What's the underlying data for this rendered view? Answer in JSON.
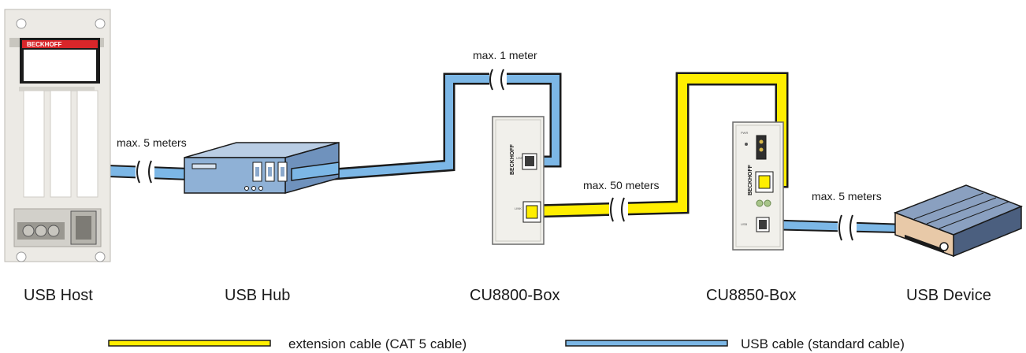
{
  "devices": {
    "host": {
      "label": "USB Host",
      "brand": "BECKHOFF"
    },
    "hub": {
      "label": "USB Hub"
    },
    "cu8800": {
      "label": "CU8800-Box",
      "brand": "BECKHOFF"
    },
    "cu8850": {
      "label": "CU8850-Box",
      "brand": "BECKHOFF"
    },
    "device": {
      "label": "USB Device"
    }
  },
  "cable_lengths": {
    "host_to_hub": "max. 5 meters",
    "hub_to_cu8800": "max. 1 meter",
    "cu8800_to_cu8850": "max. 50 meters",
    "cu8850_to_device": "max. 5 meters"
  },
  "legend": {
    "extension": {
      "label": "extension cable (CAT 5 cable)",
      "color": "#ffee00"
    },
    "usb": {
      "label": "USB cable (standard cable)",
      "color": "#7cb7e6"
    }
  },
  "colors": {
    "usb_cable": "#7cb7e6",
    "ext_cable": "#ffee00",
    "outline": "#1a1a1a",
    "hub_body": "#8fb1d6",
    "beckhoff_red": "#d9262a",
    "device_base": "#e8c9a8"
  }
}
